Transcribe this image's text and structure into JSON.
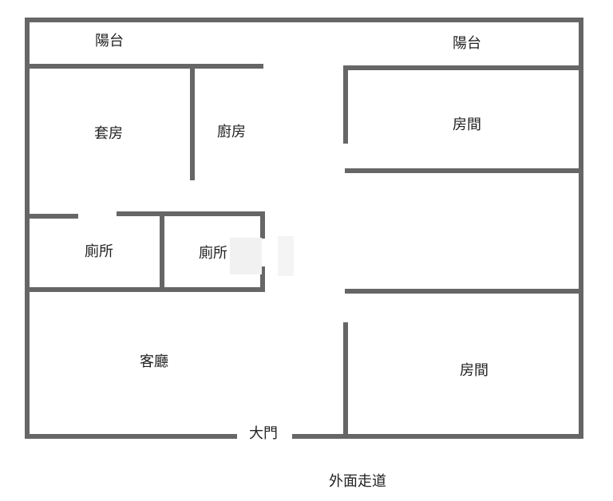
{
  "colors": {
    "wall": "#666666",
    "text": "#222222",
    "background": "#ffffff"
  },
  "rooms": {
    "balcony_left": "陽台",
    "balcony_right": "陽台",
    "suite": "套房",
    "kitchen": "廚房",
    "room_top": "房間",
    "toilet_left": "廁所",
    "toilet_right": "廁所",
    "living_room": "客廳",
    "room_bottom": "房間"
  },
  "labels": {
    "main_door": "大門",
    "corridor": "外面走道"
  }
}
